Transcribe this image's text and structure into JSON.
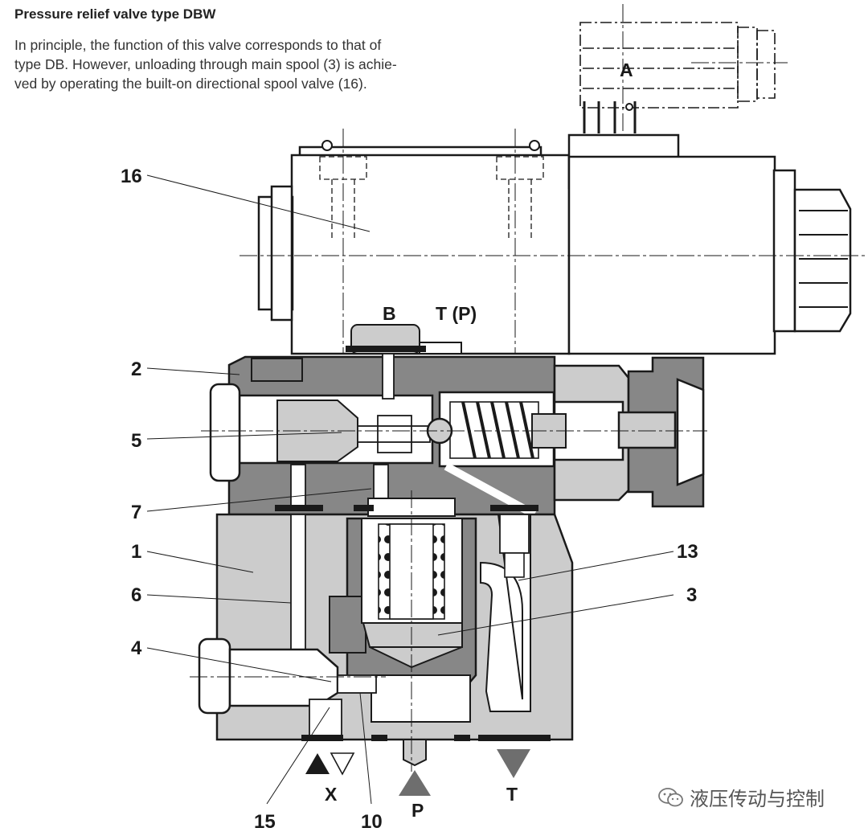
{
  "header": {
    "title": "Pressure relief valve type DBW",
    "description_lines": [
      "In principle, the function of this valve corresponds to that of",
      "type DB. However, unloading through main spool (3) is achie-",
      "ved by operating the built-on directional spool valve (16)."
    ]
  },
  "callouts": {
    "c16": "16",
    "c2": "2",
    "c5": "5",
    "c7": "7",
    "c1": "1",
    "c6": "6",
    "c4": "4",
    "c15": "15",
    "c10": "10",
    "c13": "13",
    "c3": "3"
  },
  "ports": {
    "A": "A",
    "B": "B",
    "TP": "T (P)",
    "X": "X",
    "P": "P",
    "T": "T"
  },
  "watermark": {
    "text": "液压传动与控制",
    "icon": "wechat-icon"
  },
  "colors": {
    "body": "#cccccc",
    "section": "#878787",
    "line": "#1a1a1a",
    "arrow": "#6e6e6e"
  }
}
